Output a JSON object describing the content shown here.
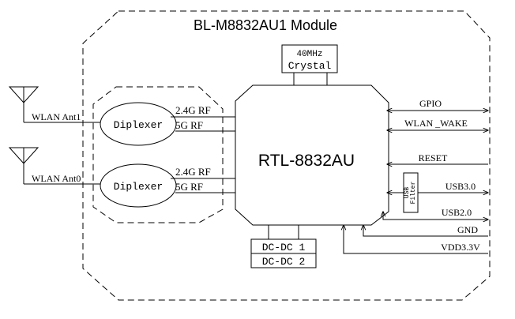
{
  "module_title": "BL-M8832AU1 Module",
  "chip_label": "RTL-8832AU",
  "crystal": {
    "line1": "40MHz",
    "line2": "Crystal"
  },
  "antennas": {
    "ant1": "WLAN Ant1",
    "ant0": "WLAN Ant0"
  },
  "diplexers": {
    "top": "Diplexer",
    "bottom": "Diplexer"
  },
  "rf_labels": {
    "top_24g": "2.4G RF",
    "top_5g": "5G RF",
    "bottom_24g": "2.4G RF",
    "bottom_5g": "5G RF"
  },
  "dcdc": {
    "line1": "DC-DC 1",
    "line2": "DC-DC 2"
  },
  "usb_filter": {
    "line1": "USB",
    "line2": "Filter"
  },
  "signals": {
    "gpio": "GPIO",
    "wlan_wake": "WLAN _WAKE",
    "reset": "RESET",
    "usb3": "USB3.0",
    "usb2": "USB2.0",
    "gnd": "GND",
    "vdd": "VDD3.3V"
  },
  "colors": {
    "line": "#000000",
    "background": "#ffffff"
  }
}
